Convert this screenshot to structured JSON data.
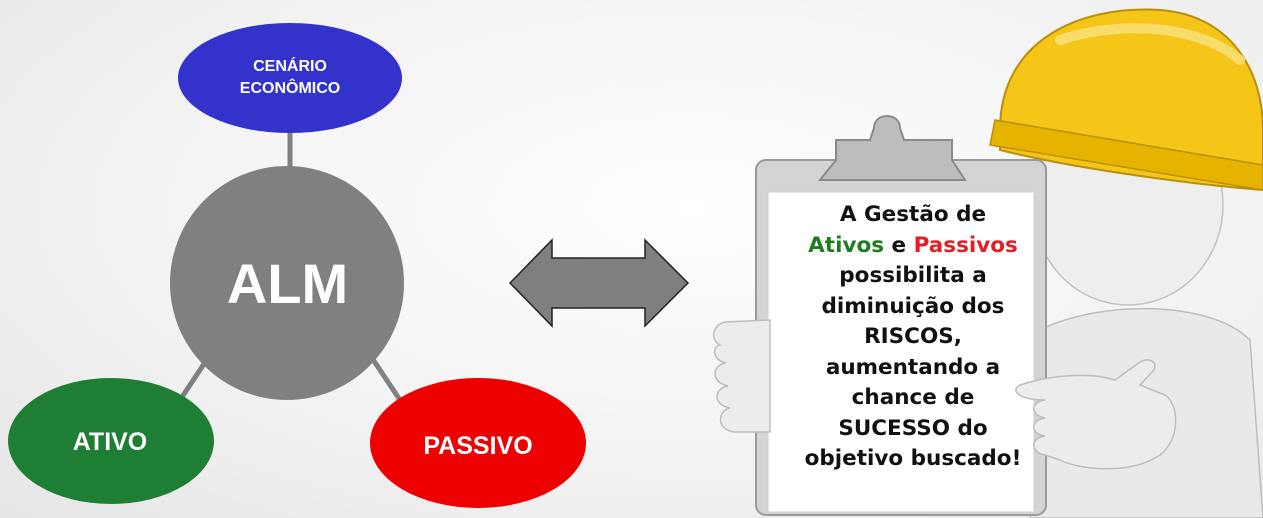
{
  "diagram": {
    "nodes": {
      "center": {
        "label": "ALM",
        "color": "#808080"
      },
      "top": {
        "line1": "CENÁRIO",
        "line2": "ECONÔMICO",
        "color": "#3333cc"
      },
      "left": {
        "label": "ATIVO",
        "color": "#1e7e34"
      },
      "right": {
        "label": "PASSIVO",
        "color": "#ee0000"
      }
    },
    "arrow": {
      "type": "double-headed",
      "color": "#7f7f7f"
    }
  },
  "clipboard": {
    "line1": "A Gestão de",
    "line2_a": "Ativos",
    "line2_b": " e ",
    "line2_c": "Passivos",
    "line3": "possibilita a",
    "line4": "diminuição dos",
    "line5": "RISCOS,",
    "line6": "aumentando a",
    "line7": "chance de",
    "line8": "SUCESSO do",
    "line9": "objetivo buscado!",
    "colors": {
      "ativos": "#1e7b1e",
      "passivos": "#e31e24",
      "helmet": "#f5c518"
    }
  }
}
